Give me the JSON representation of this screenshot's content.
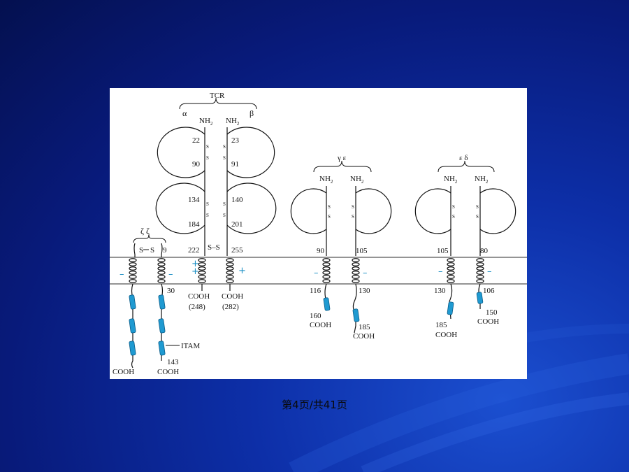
{
  "footer": {
    "page_label": "第4页/共41页"
  },
  "diagram": {
    "tcr": {
      "title": "TCR",
      "alpha": "α",
      "beta": "β",
      "nh2": "NH",
      "nh2_sub": "2",
      "alpha_nums": {
        "n22": "22",
        "n90": "90",
        "n134": "134",
        "n184": "184",
        "n222": "222"
      },
      "beta_nums": {
        "n23": "23",
        "n91": "91",
        "n140": "140",
        "n201": "201",
        "n255": "255"
      },
      "cooh": "COOH",
      "alpha_len": "(248)",
      "beta_len": "(282)",
      "ss": "S–S",
      "s": "S"
    },
    "zeta": {
      "title": "ζ ζ",
      "s": "S",
      "n9": "9",
      "n30": "30",
      "n143": "143",
      "itam": "ITAM",
      "cooh": "COOH"
    },
    "gamma_epsilon": {
      "title": "γ ε",
      "nh2": "NH",
      "nh2_sub": "2",
      "n90": "90",
      "n105": "105",
      "n116": "116",
      "n130": "130",
      "n160": "160",
      "n185": "185",
      "cooh": "COOH",
      "ss": "S–S"
    },
    "epsilon_delta": {
      "title": "ε δ",
      "nh2": "NH",
      "nh2_sub": "2",
      "n105": "105",
      "n80": "80",
      "n130": "130",
      "n106": "106",
      "n185": "185",
      "n150": "150",
      "cooh": "COOH",
      "ss": "S–S"
    },
    "charges": {
      "plus": "+",
      "minus": "–"
    }
  }
}
